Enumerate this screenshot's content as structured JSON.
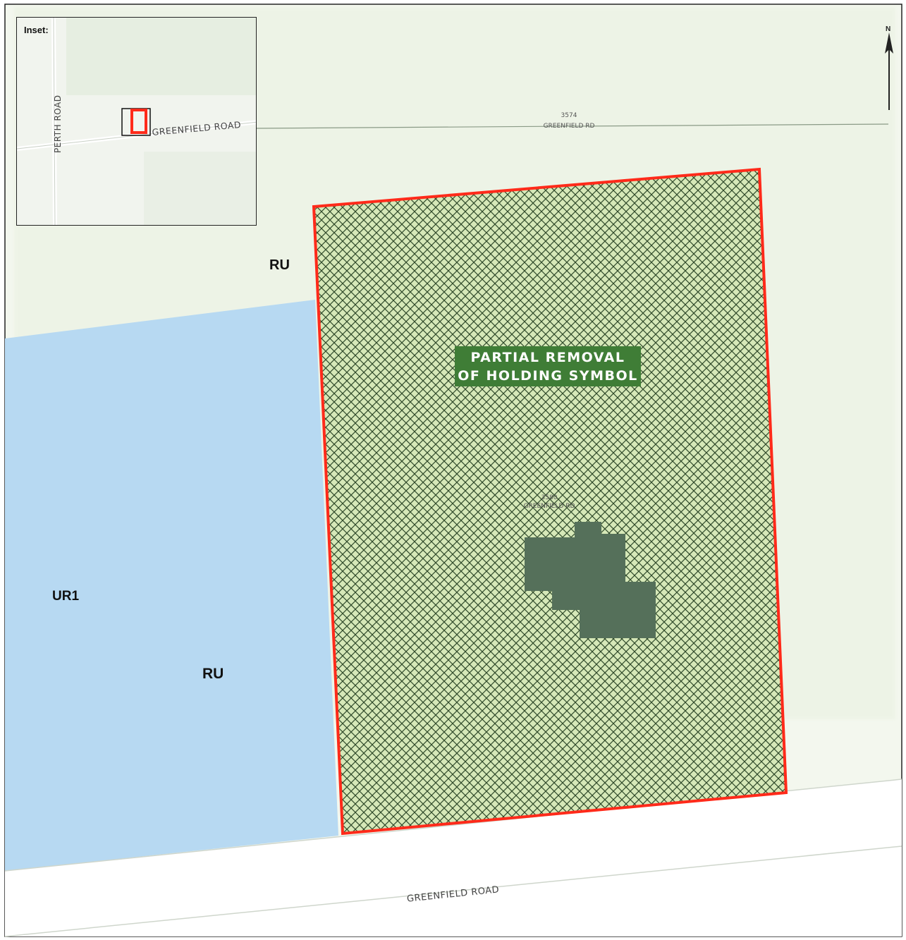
{
  "inset": {
    "title": "Inset:",
    "road_vertical": "PERTH ROAD",
    "road_horizontal": "GREENFIELD ROAD"
  },
  "north": {
    "letter": "N",
    "icon": "north-arrow-icon"
  },
  "zones": {
    "ru_top": "RU",
    "ur1": "UR1",
    "ru_bottom": "RU"
  },
  "subject": {
    "label_line1": "PARTIAL REMOVAL",
    "label_line2": "OF HOLDING SYMBOL",
    "address_number": "3580",
    "address_road": "GREENFIELD RD"
  },
  "neighbor": {
    "address_number": "3574",
    "address_road": "GREENFIELD RD"
  },
  "roads": {
    "main": "GREENFIELD ROAD"
  },
  "colors": {
    "ur1_fill": "#b7d9f2",
    "subject_fill": "#d6e8b8",
    "subject_outline": "#ff2a1a",
    "hatch": "#2f4a2a",
    "building": "#55705a",
    "label_bg": "#3f7d36"
  }
}
